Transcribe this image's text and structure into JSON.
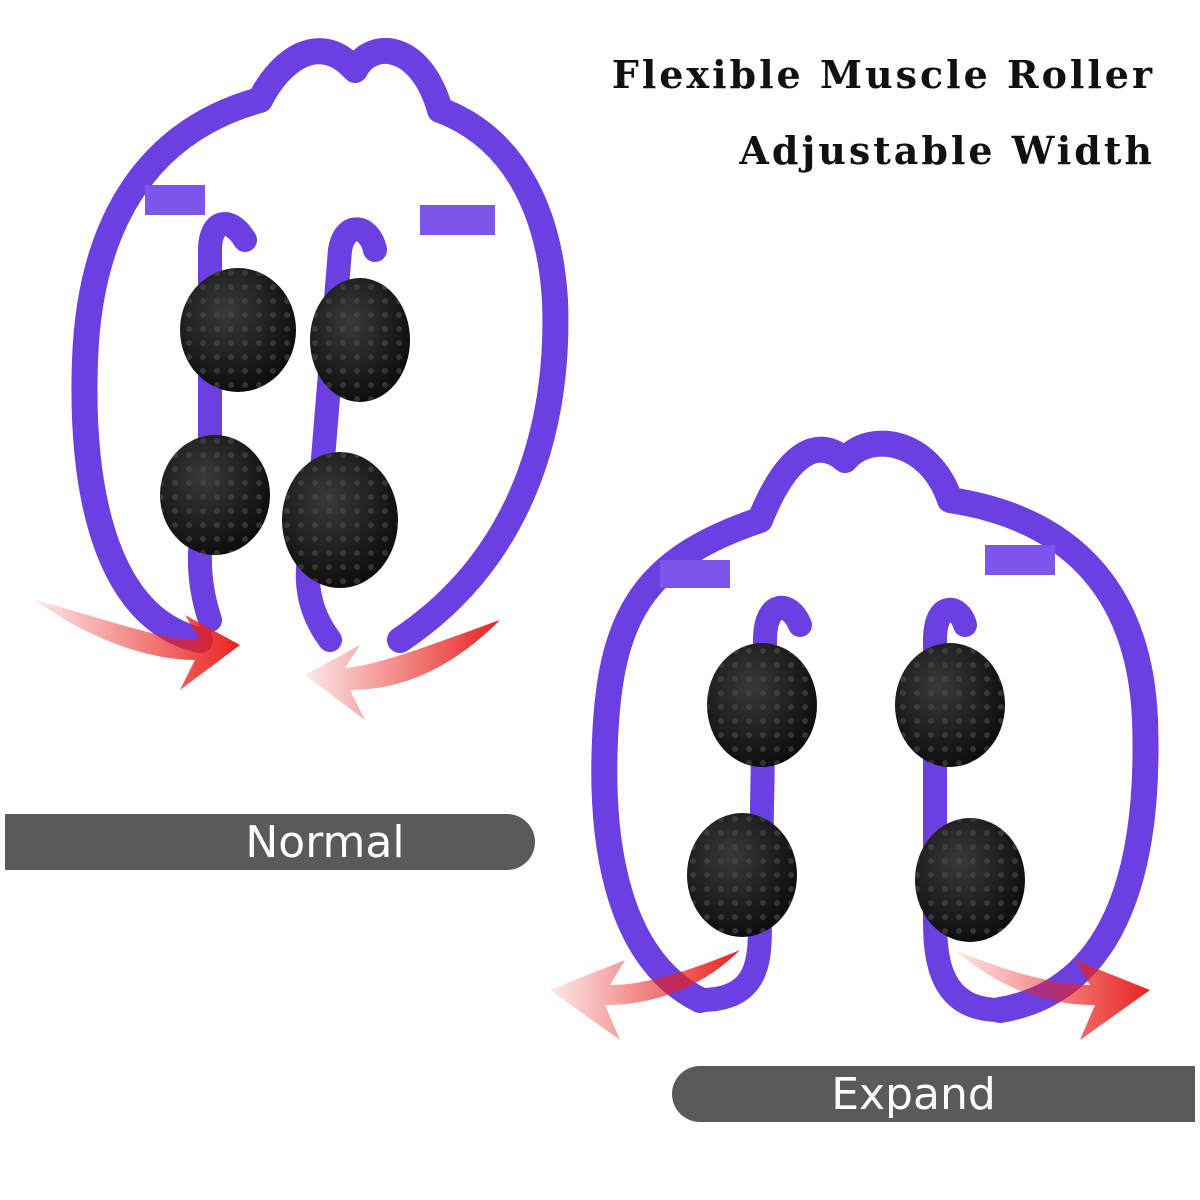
{
  "title_line1": "Flexible Muscle Roller",
  "title_line2": "Adjustable Width",
  "label_normal": "Normal",
  "label_expand": "Expand",
  "colors": {
    "frame": "#6b3fe0",
    "ball": "#141414",
    "arrow": "#e8221f",
    "label_bg": "#5a5a5a"
  }
}
